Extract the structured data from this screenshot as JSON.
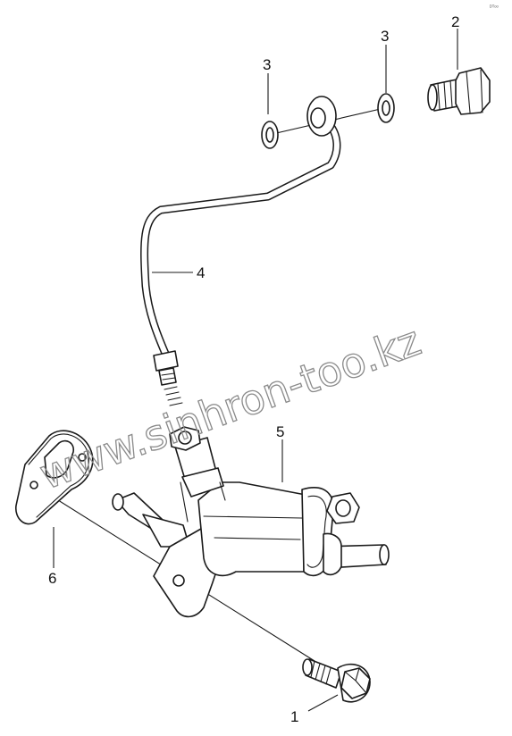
{
  "corner_code": "ᴰᵀᵒᵒ",
  "watermark": "www.sinhron-too.kz",
  "callouts": [
    {
      "id": "1",
      "part": "flange bolt"
    },
    {
      "id": "2",
      "part": "banjo bolt"
    },
    {
      "id": "3",
      "part": "sealing washer"
    },
    {
      "id": "3",
      "part": "sealing washer"
    },
    {
      "id": "4",
      "part": "oil feed pipe"
    },
    {
      "id": "5",
      "part": "pump body"
    },
    {
      "id": "6",
      "part": "gasket"
    }
  ]
}
